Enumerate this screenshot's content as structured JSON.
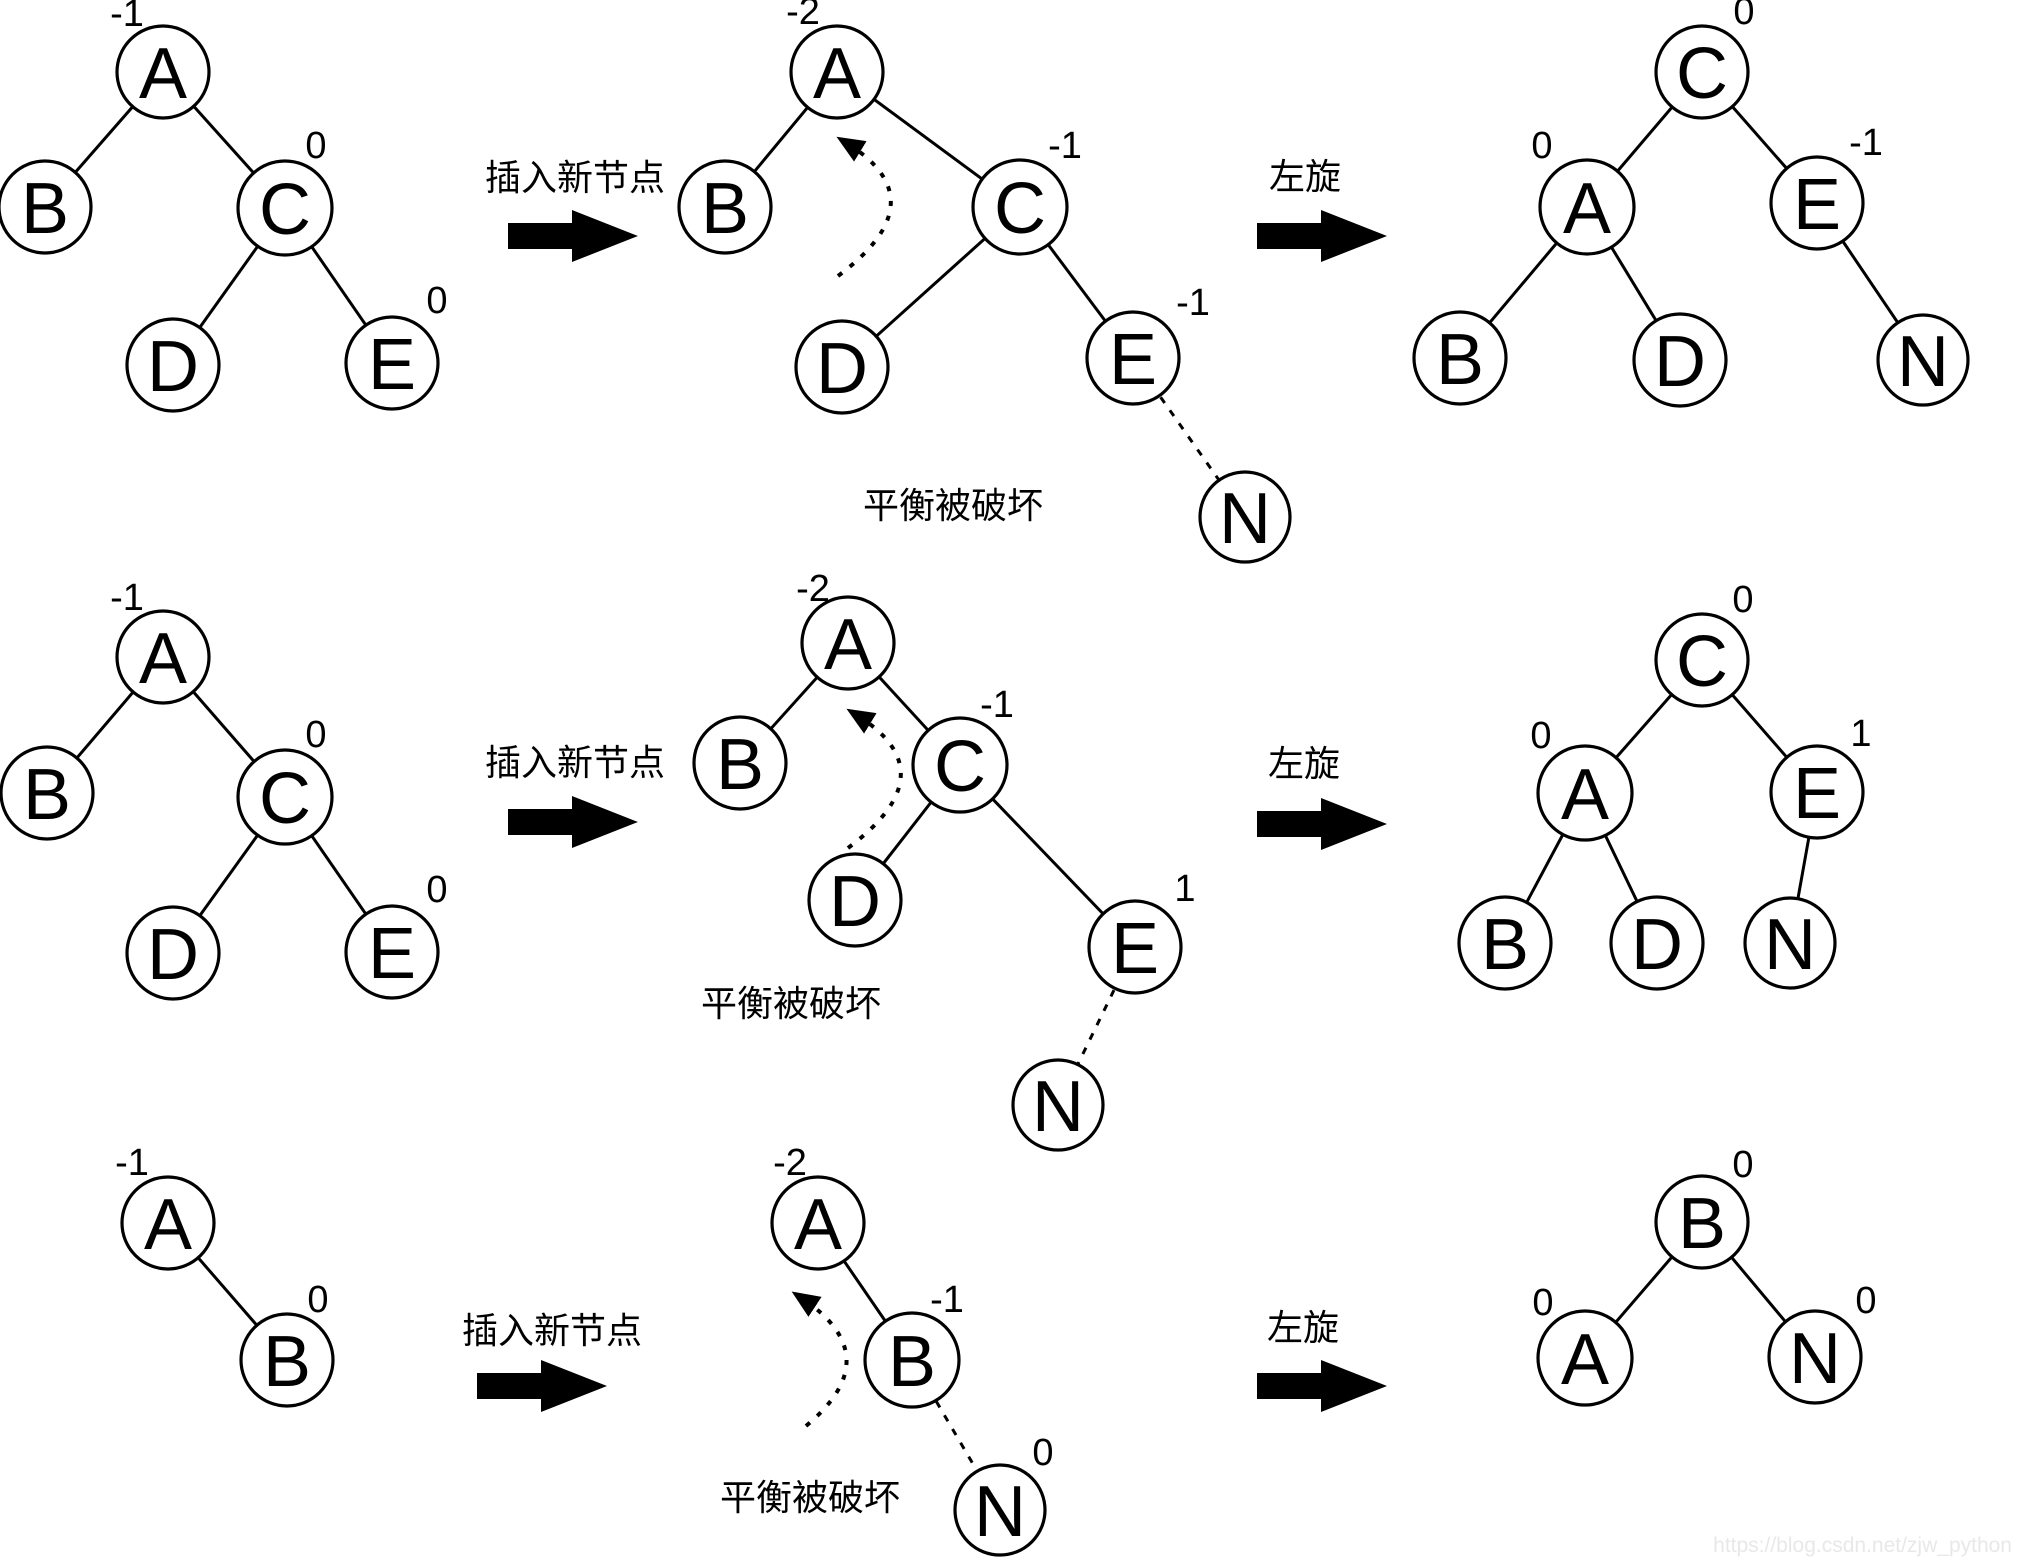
{
  "captions": {
    "insert_new_node": "插入新节点",
    "rotate_left": "左旋",
    "balance_broken": "平衡被破坏"
  },
  "watermark": "https://blog.csdn.net/zjw_python",
  "colors": {
    "line": "#000000",
    "background": "#ffffff",
    "watermark": "#e8e8e8"
  },
  "trees": {
    "r1_initial": {
      "nodes": [
        {
          "label": "A",
          "balance": "-1"
        },
        {
          "label": "B"
        },
        {
          "label": "C",
          "balance": "0"
        },
        {
          "label": "D"
        },
        {
          "label": "E",
          "balance": "0"
        }
      ]
    },
    "r1_inserted": {
      "nodes": [
        {
          "label": "A",
          "balance": "-2"
        },
        {
          "label": "B"
        },
        {
          "label": "C",
          "balance": "-1"
        },
        {
          "label": "D"
        },
        {
          "label": "E",
          "balance": "-1"
        },
        {
          "label": "N"
        }
      ]
    },
    "r1_rotated": {
      "nodes": [
        {
          "label": "C",
          "balance": "0"
        },
        {
          "label": "A",
          "balance": "0"
        },
        {
          "label": "E",
          "balance": "-1"
        },
        {
          "label": "B"
        },
        {
          "label": "D"
        },
        {
          "label": "N"
        }
      ]
    },
    "r2_initial": {
      "nodes": [
        {
          "label": "A",
          "balance": "-1"
        },
        {
          "label": "B"
        },
        {
          "label": "C",
          "balance": "0"
        },
        {
          "label": "D"
        },
        {
          "label": "E",
          "balance": "0"
        }
      ]
    },
    "r2_inserted": {
      "nodes": [
        {
          "label": "A",
          "balance": "-2"
        },
        {
          "label": "B"
        },
        {
          "label": "C",
          "balance": "-1"
        },
        {
          "label": "D"
        },
        {
          "label": "E",
          "balance": "1"
        },
        {
          "label": "N"
        }
      ]
    },
    "r2_rotated": {
      "nodes": [
        {
          "label": "C",
          "balance": "0"
        },
        {
          "label": "A",
          "balance": "0"
        },
        {
          "label": "E",
          "balance": "1"
        },
        {
          "label": "B"
        },
        {
          "label": "D"
        },
        {
          "label": "N"
        }
      ]
    },
    "r3_initial": {
      "nodes": [
        {
          "label": "A",
          "balance": "-1"
        },
        {
          "label": "B",
          "balance": "0"
        }
      ]
    },
    "r3_inserted": {
      "nodes": [
        {
          "label": "A",
          "balance": "-2"
        },
        {
          "label": "B",
          "balance": "-1"
        },
        {
          "label": "N",
          "balance": "0"
        }
      ]
    },
    "r3_rotated": {
      "nodes": [
        {
          "label": "B",
          "balance": "0"
        },
        {
          "label": "A",
          "balance": "0"
        },
        {
          "label": "N",
          "balance": "0"
        }
      ]
    }
  }
}
